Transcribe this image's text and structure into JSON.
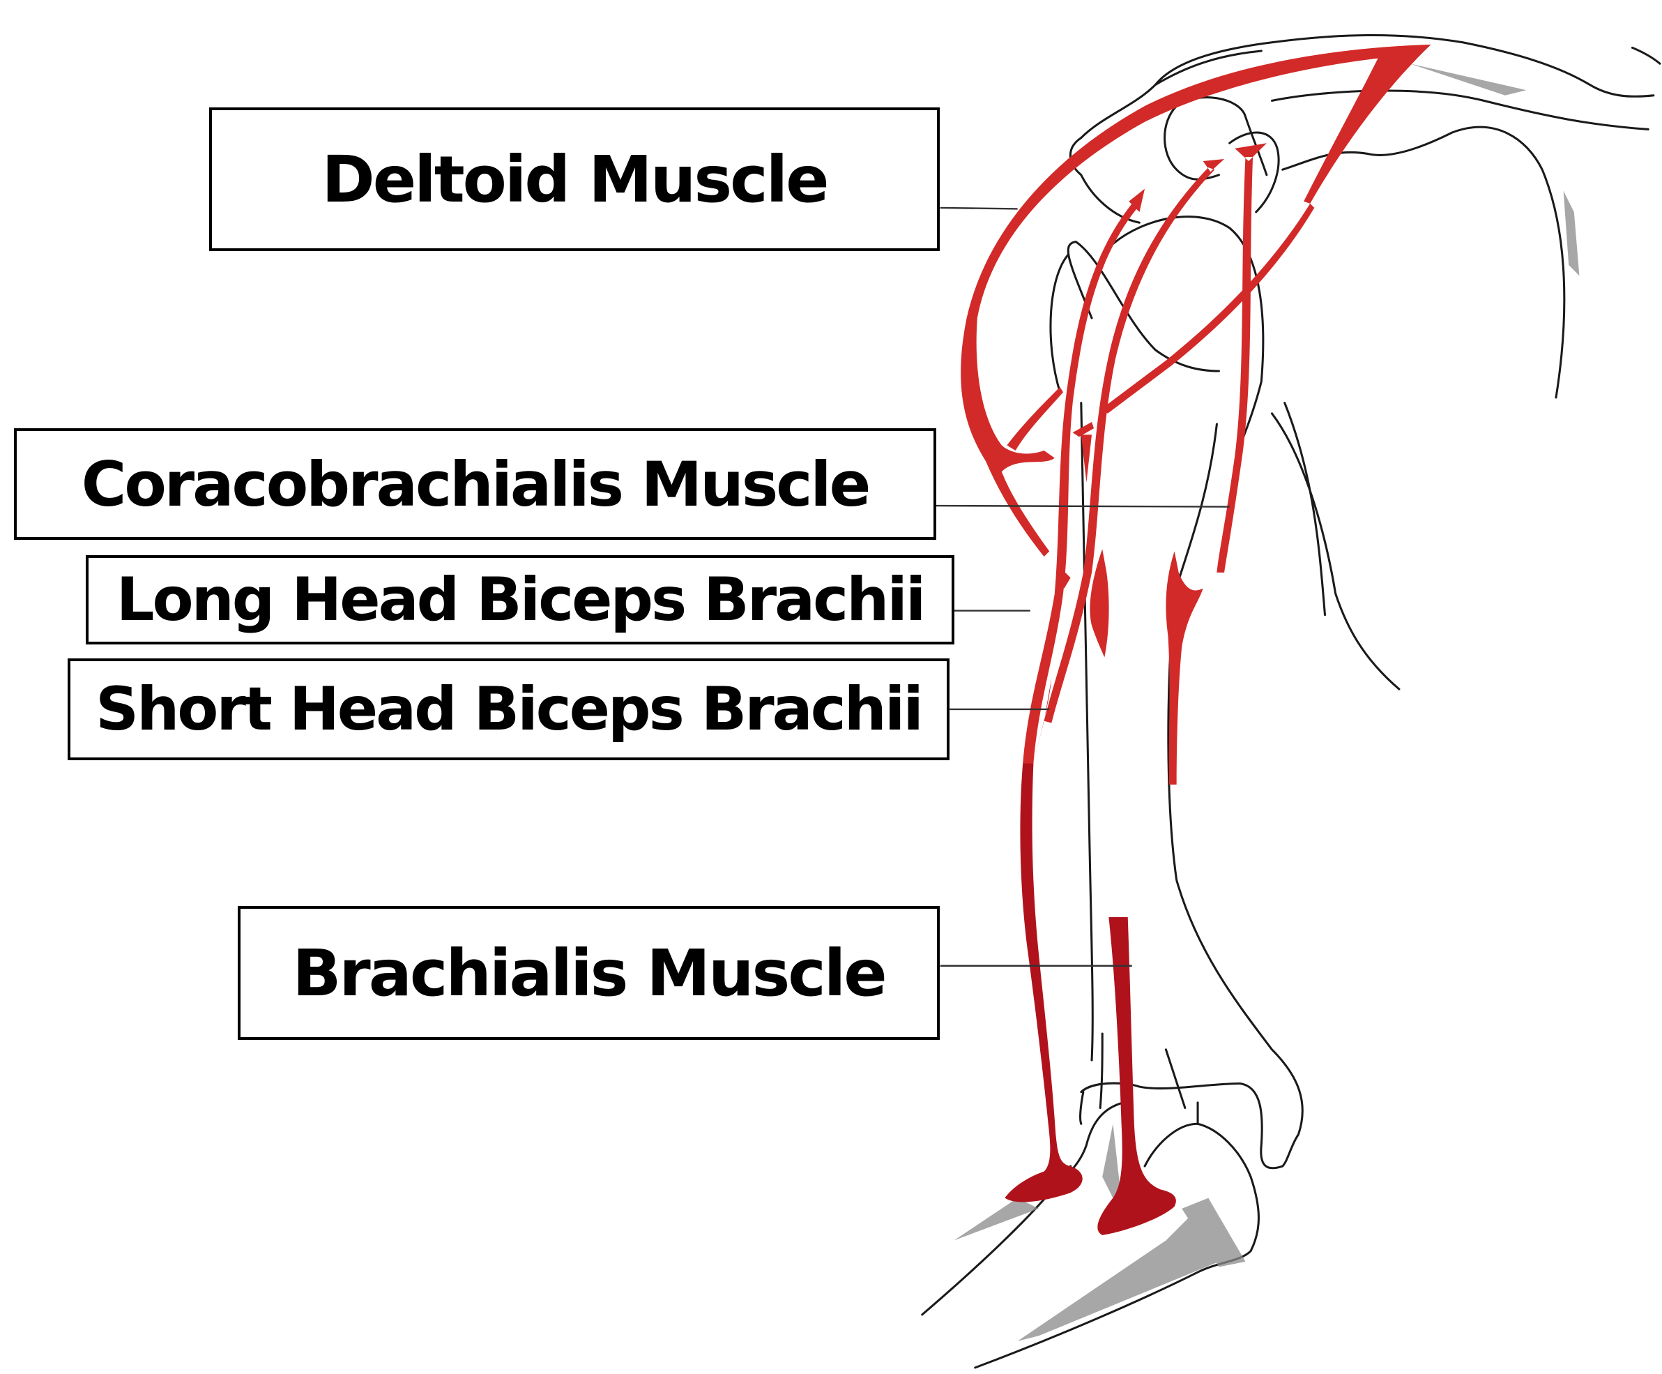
{
  "diagram": {
    "subject": "Upper arm muscle attachments (anterior view, shoulder to elbow)",
    "colors": {
      "muscle_upper": "#d22a28",
      "muscle_lower": "#b0121c",
      "outline": "#1a1a1a",
      "shading": "#8a8a8a",
      "label_border": "#000000",
      "background": "#ffffff"
    },
    "labels": [
      {
        "id": "deltoid",
        "text": "Deltoid Muscle"
      },
      {
        "id": "coracobrachialis",
        "text": "Coracobrachialis Muscle"
      },
      {
        "id": "long_head",
        "text": "Long Head Biceps Brachii"
      },
      {
        "id": "short_head",
        "text": "Short Head Biceps Brachii"
      },
      {
        "id": "brachialis",
        "text": "Brachialis Muscle"
      }
    ]
  }
}
